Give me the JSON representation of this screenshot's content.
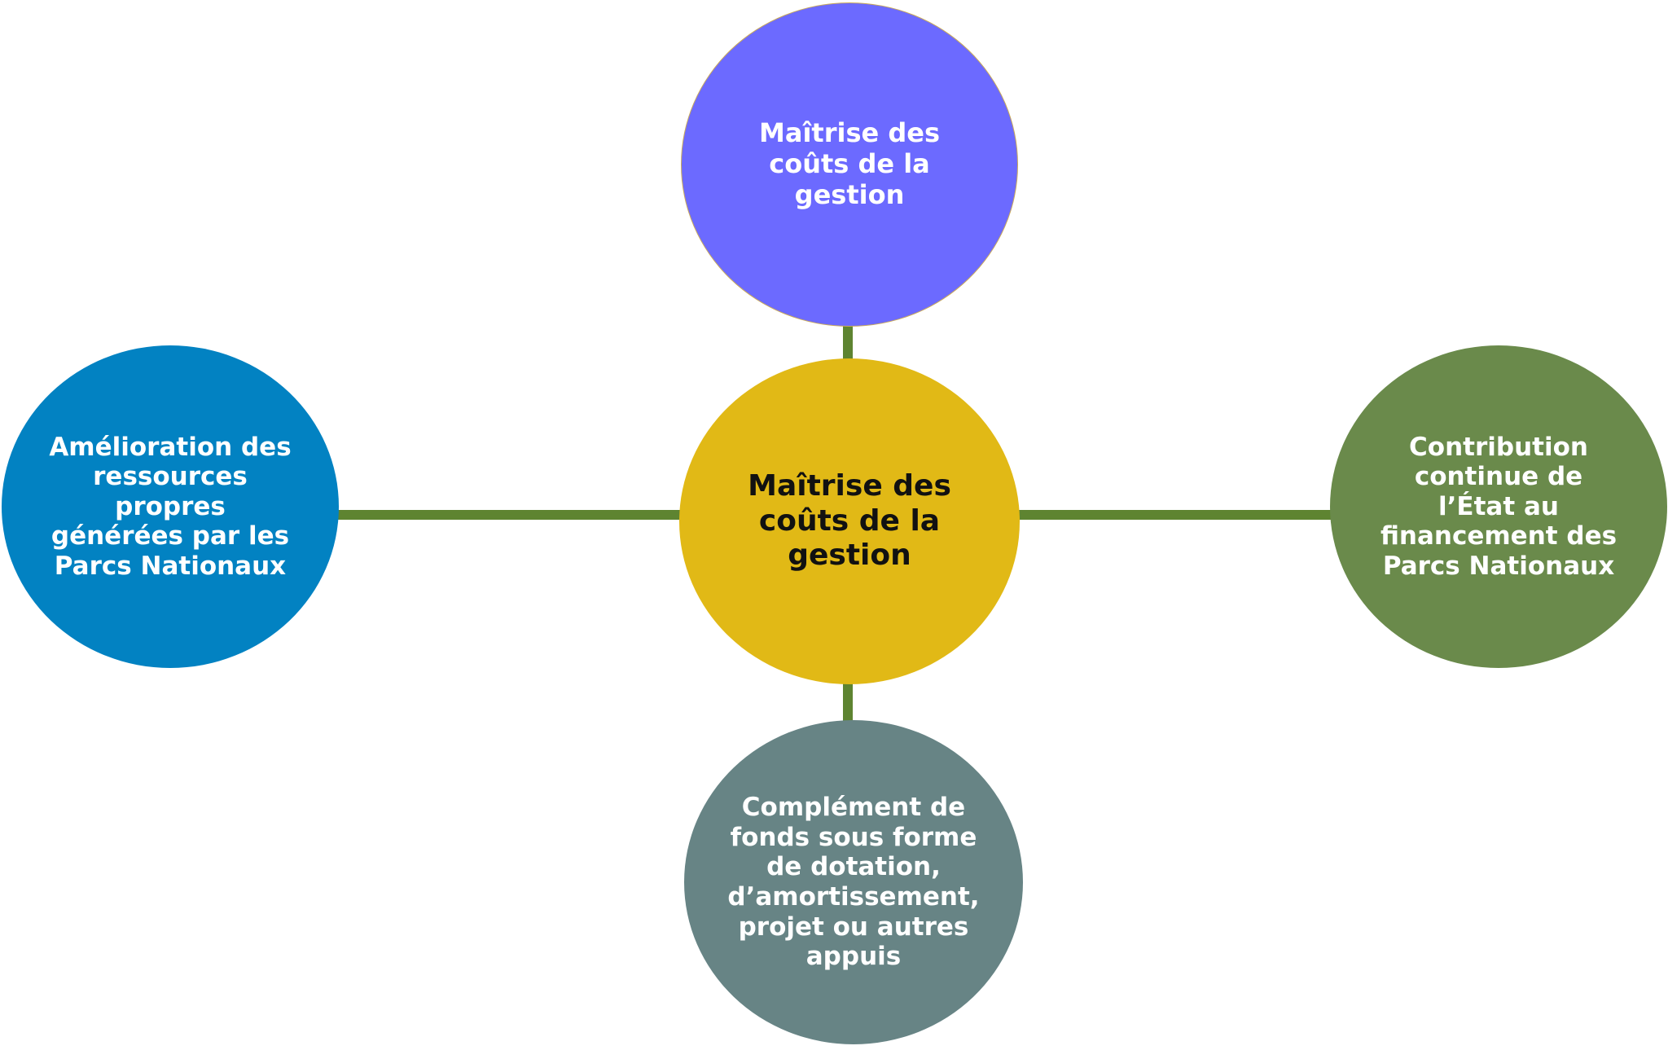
{
  "colors": {
    "connector": "#5e8431",
    "top_node": "#6c6aff",
    "center_node": "#e1b916",
    "left_node": "#0282c2",
    "right_node": "#6a8a4b",
    "bottom_node": "#678485"
  },
  "diagram": {
    "center": {
      "label": "Maîtrise des\ncoûts de la\ngestion"
    },
    "top": {
      "label": "Maîtrise des\ncoûts de la\ngestion"
    },
    "left": {
      "label": "Amélioration des\nressources\npropres\ngénérées par les\nParcs Nationaux"
    },
    "right": {
      "label": "Contribution\ncontinue de\nl’État au\nfinancement des\nParcs Nationaux"
    },
    "bottom": {
      "label": "Complément de\nfonds sous forme\nde dotation,\nd’amortissement,\nprojet ou autres\nappuis"
    }
  }
}
